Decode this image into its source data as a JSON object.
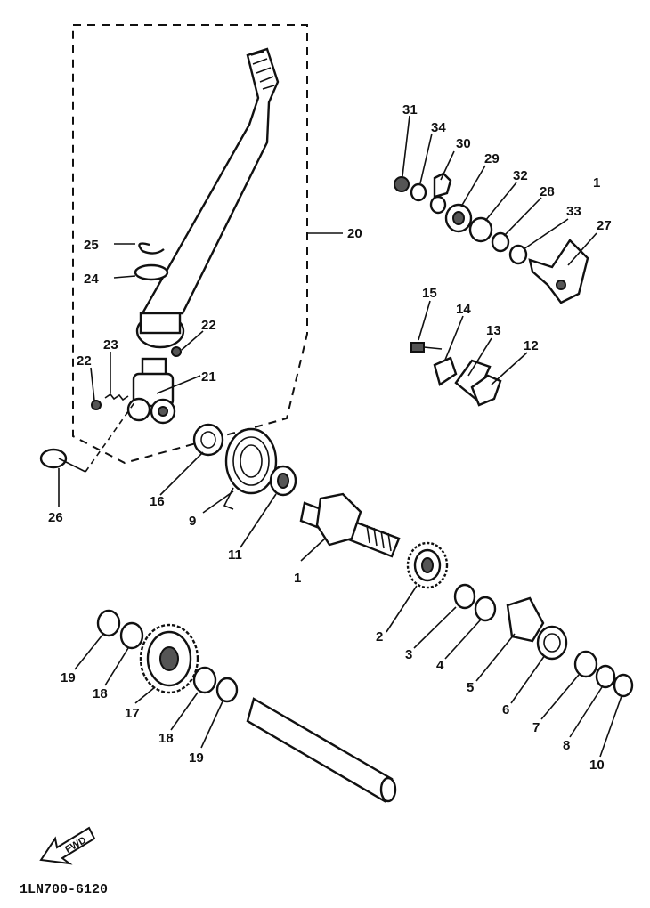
{
  "diagram": {
    "callouts": [
      {
        "id": "c31",
        "text": "31"
      },
      {
        "id": "c34",
        "text": "34"
      },
      {
        "id": "c30",
        "text": "30"
      },
      {
        "id": "c29",
        "text": "29"
      },
      {
        "id": "c32",
        "text": "32"
      },
      {
        "id": "c28",
        "text": "28"
      },
      {
        "id": "c33",
        "text": "33"
      },
      {
        "id": "c27",
        "text": "27"
      },
      {
        "id": "c1top",
        "text": "1"
      },
      {
        "id": "c20",
        "text": "20"
      },
      {
        "id": "c25",
        "text": "25"
      },
      {
        "id": "c24",
        "text": "24"
      },
      {
        "id": "c22a",
        "text": "22"
      },
      {
        "id": "c23",
        "text": "23"
      },
      {
        "id": "c22b",
        "text": "22"
      },
      {
        "id": "c21",
        "text": "21"
      },
      {
        "id": "c26",
        "text": "26"
      },
      {
        "id": "c15",
        "text": "15"
      },
      {
        "id": "c14",
        "text": "14"
      },
      {
        "id": "c13",
        "text": "13"
      },
      {
        "id": "c12",
        "text": "12"
      },
      {
        "id": "c16a",
        "text": "16"
      },
      {
        "id": "c9",
        "text": "9"
      },
      {
        "id": "c11",
        "text": "11"
      },
      {
        "id": "c1",
        "text": "1"
      },
      {
        "id": "c2",
        "text": "2"
      },
      {
        "id": "c3",
        "text": "3"
      },
      {
        "id": "c4",
        "text": "4"
      },
      {
        "id": "c5",
        "text": "5"
      },
      {
        "id": "c6",
        "text": "6"
      },
      {
        "id": "c7",
        "text": "7"
      },
      {
        "id": "c8",
        "text": "8"
      },
      {
        "id": "c10",
        "text": "10"
      },
      {
        "id": "c19a",
        "text": "19"
      },
      {
        "id": "c18a",
        "text": "18"
      },
      {
        "id": "c17",
        "text": "17"
      },
      {
        "id": "c18b",
        "text": "18"
      },
      {
        "id": "c19b",
        "text": "19"
      }
    ],
    "fwd_label": "FWD",
    "drawing_code": "1LN700-6120"
  }
}
